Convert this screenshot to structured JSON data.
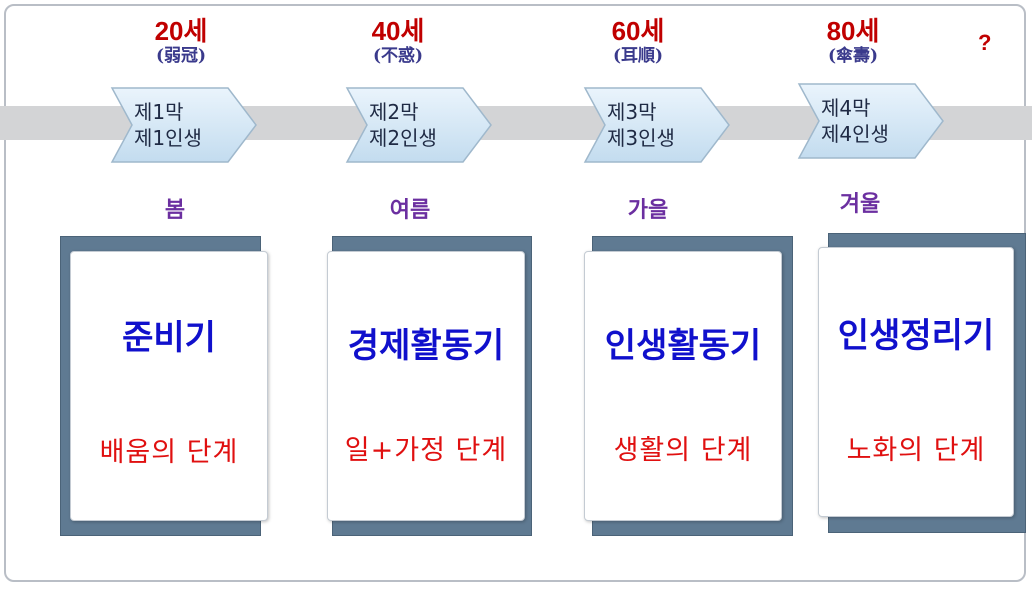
{
  "stages": [
    {
      "age": "20세",
      "age_sub": "(弱冠)",
      "act": "제1막",
      "life": "제1인생",
      "season": "봄",
      "title": "준비기",
      "desc": "배움의 단계"
    },
    {
      "age": "40세",
      "age_sub": "(不惑)",
      "act": "제2막",
      "life": "제2인생",
      "season": "여름",
      "title": "경제활동기",
      "desc": "일+가정 단계"
    },
    {
      "age": "60세",
      "age_sub": "(耳順)",
      "act": "제3막",
      "life": "제3인생",
      "season": "가을",
      "title": "인생활동기",
      "desc": "생활의 단계"
    },
    {
      "age": "80세",
      "age_sub": "(傘壽)",
      "act": "제4막",
      "life": "제4인생",
      "season": "겨울",
      "title": "인생정리기",
      "desc": "노화의 단계"
    }
  ],
  "final_marker": "?",
  "colors": {
    "age": "#c00000",
    "season": "#6b2fa0",
    "title": "#1010cc",
    "desc": "#e01010",
    "card_back": "#5f7a92",
    "band": "#d3d4d6"
  }
}
